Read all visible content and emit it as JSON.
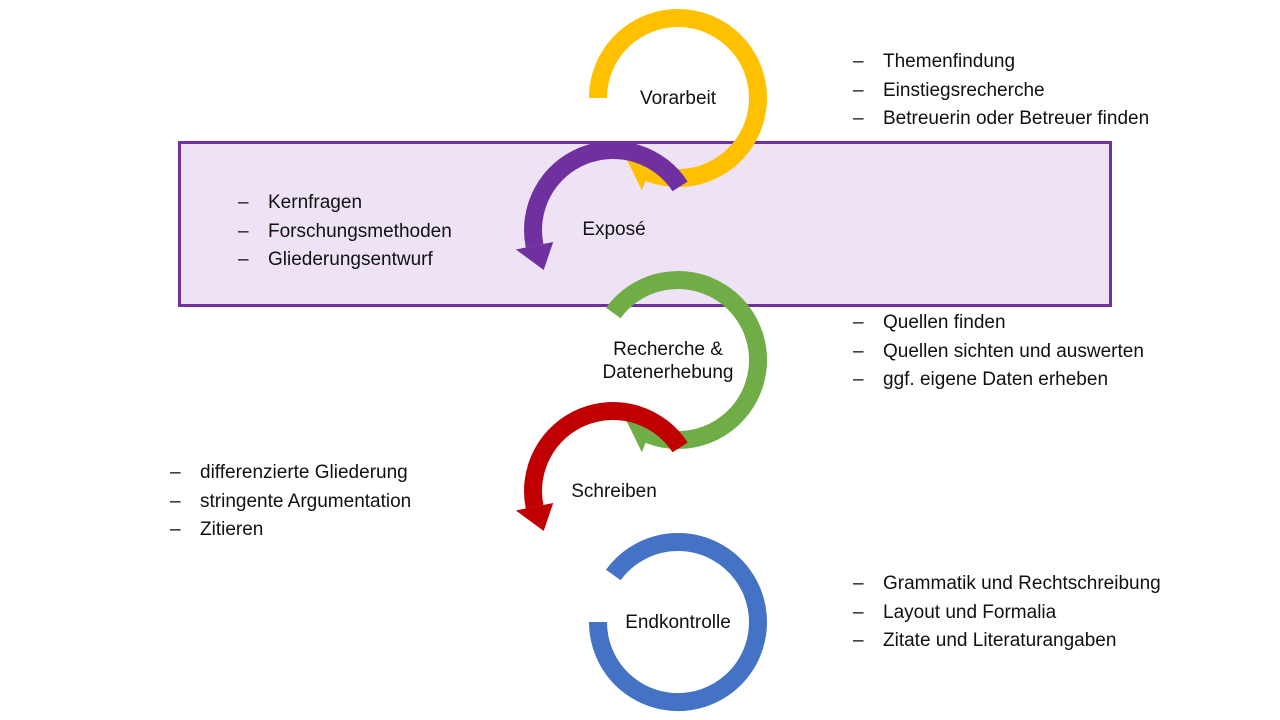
{
  "stages": [
    {
      "label": "Vorarbeit",
      "color": "#ffc000"
    },
    {
      "label": "Exposé",
      "color": "#7030a0"
    },
    {
      "label": "Recherche &\nDatenerhebung",
      "color": "#70ad47"
    },
    {
      "label": "Schreiben",
      "color": "#c00000"
    },
    {
      "label": "Endkontrolle",
      "color": "#4472c4"
    }
  ],
  "highlight": {
    "border_color": "#7030a0",
    "fill_color": "#ede3f5"
  },
  "bullet_marker": "–",
  "notes": {
    "vorarbeit": [
      "Themenfindung",
      "Einstiegsrecherche",
      "Betreuerin oder Betreuer finden"
    ],
    "expose": [
      "Kernfragen",
      "Forschungsmethoden",
      "Gliederungsentwurf"
    ],
    "recherche": [
      "Quellen finden",
      "Quellen sichten und auswerten",
      "ggf. eigene Daten erheben"
    ],
    "schreiben": [
      "differenzierte Gliederung",
      "stringente Argumentation",
      "Zitieren"
    ],
    "endkontrolle": [
      "Grammatik und Rechtschreibung",
      "Layout und Formalia",
      "Zitate und Literaturangaben"
    ]
  }
}
